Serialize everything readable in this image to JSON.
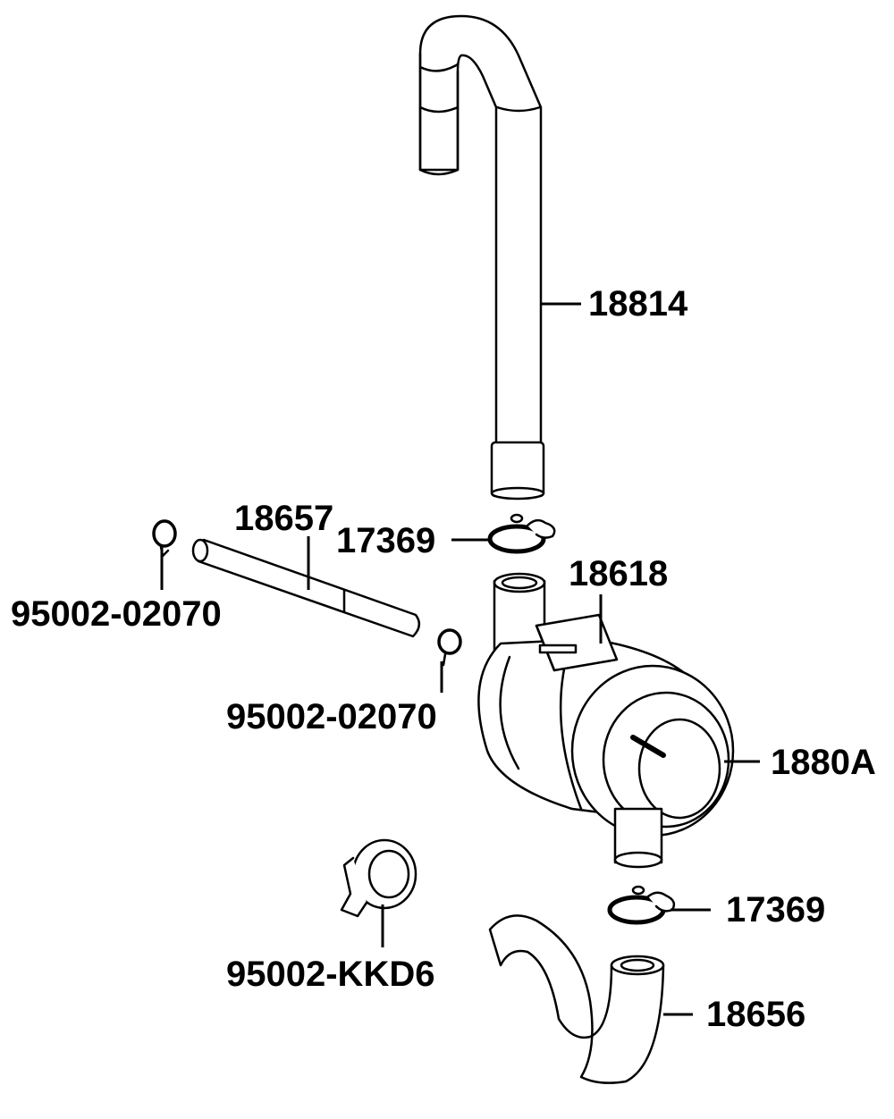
{
  "diagram": {
    "parts": [
      {
        "id": "p18814",
        "label": "18814",
        "name": "breather-hose-upper"
      },
      {
        "id": "p18657",
        "label": "18657",
        "name": "breather-pipe"
      },
      {
        "id": "p17369a",
        "label": "17369",
        "name": "hose-clamp-upper"
      },
      {
        "id": "p18618",
        "label": "18618",
        "name": "label-plate"
      },
      {
        "id": "p95002a",
        "label": "95002-02070",
        "name": "clip-left"
      },
      {
        "id": "p95002b",
        "label": "95002-02070",
        "name": "clip-right"
      },
      {
        "id": "p1880A",
        "label": "1880A",
        "name": "breather-separator-assembly"
      },
      {
        "id": "p17369b",
        "label": "17369",
        "name": "hose-clamp-lower"
      },
      {
        "id": "p95002kkd6",
        "label": "95002-KKD6",
        "name": "large-hose-clamp"
      },
      {
        "id": "p18656",
        "label": "18656",
        "name": "breather-hose-lower"
      }
    ]
  }
}
